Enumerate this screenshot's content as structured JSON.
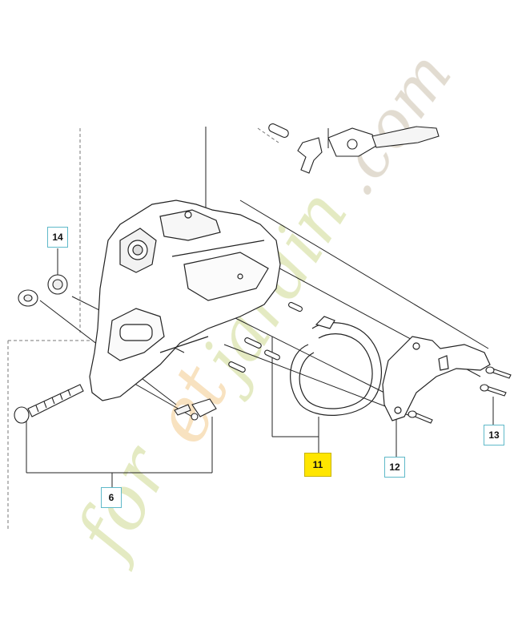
{
  "callouts": {
    "c14": "14",
    "c6": "6",
    "c11": "11",
    "c12": "12",
    "c13": "13"
  },
  "watermark": {
    "prefix": "for",
    "accent": "et",
    "suffix": "jardin.com"
  },
  "colors": {
    "callout_border": "#5fb9c9",
    "highlight": "#ffe600",
    "watermark_green": "#d9e2b0",
    "watermark_orange": "#f6d9ae",
    "watermark_gray": "#d8d3c6"
  }
}
